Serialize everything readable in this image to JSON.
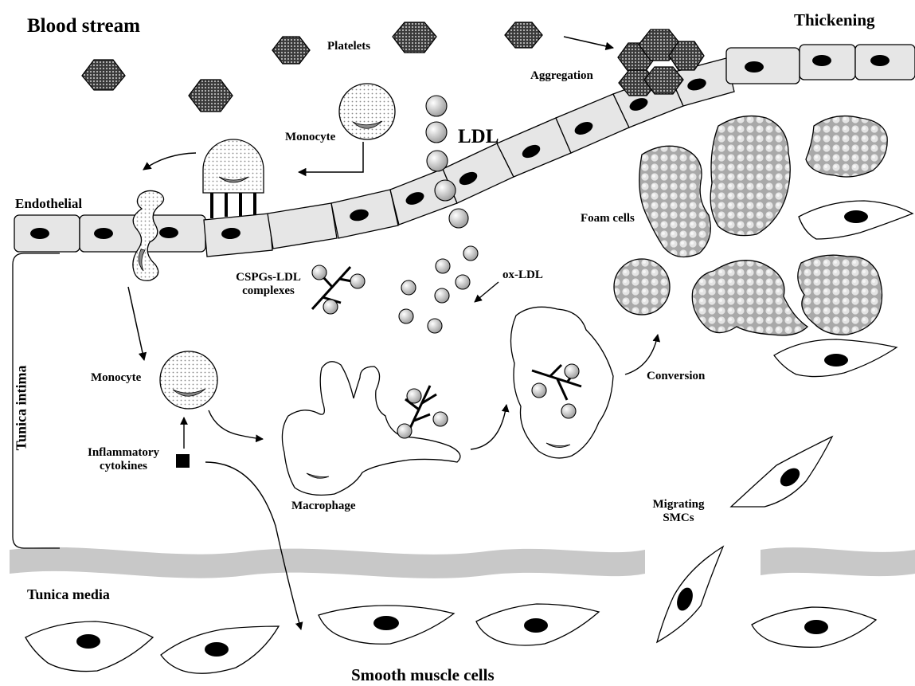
{
  "labels": {
    "blood_stream": "Blood stream",
    "thickening": "Thickening",
    "platelets": "Platelets",
    "aggregation": "Aggregation",
    "monocyte_top": "Monocyte",
    "ldl": "LDL",
    "endothelial": "Endothelial",
    "foam_cells": "Foam cells",
    "cspgs_ldl_line1": "CSPGs-LDL",
    "cspgs_ldl_line2": "complexes",
    "ox_ldl": "ox-LDL",
    "tunica_intima": "Tunica intima",
    "monocyte_mid": "Monocyte",
    "conversion": "Conversion",
    "inflammatory_line1": "Inflammatory",
    "inflammatory_line2": "cytokines",
    "macrophage": "Macrophage",
    "migrating_line1": "Migrating",
    "migrating_line2": "SMCs",
    "tunica_media": "Tunica media",
    "smooth_muscle_cells": "Smooth muscle cells"
  },
  "colors": {
    "ink": "#000000",
    "endothelial_fill": "#e6e6e6",
    "media_band": "#c8c8c8",
    "platelet_fill": "#5a5a5a",
    "foam_fill": "#bdbdbd",
    "ldl_fill": "#d0d0d0"
  }
}
